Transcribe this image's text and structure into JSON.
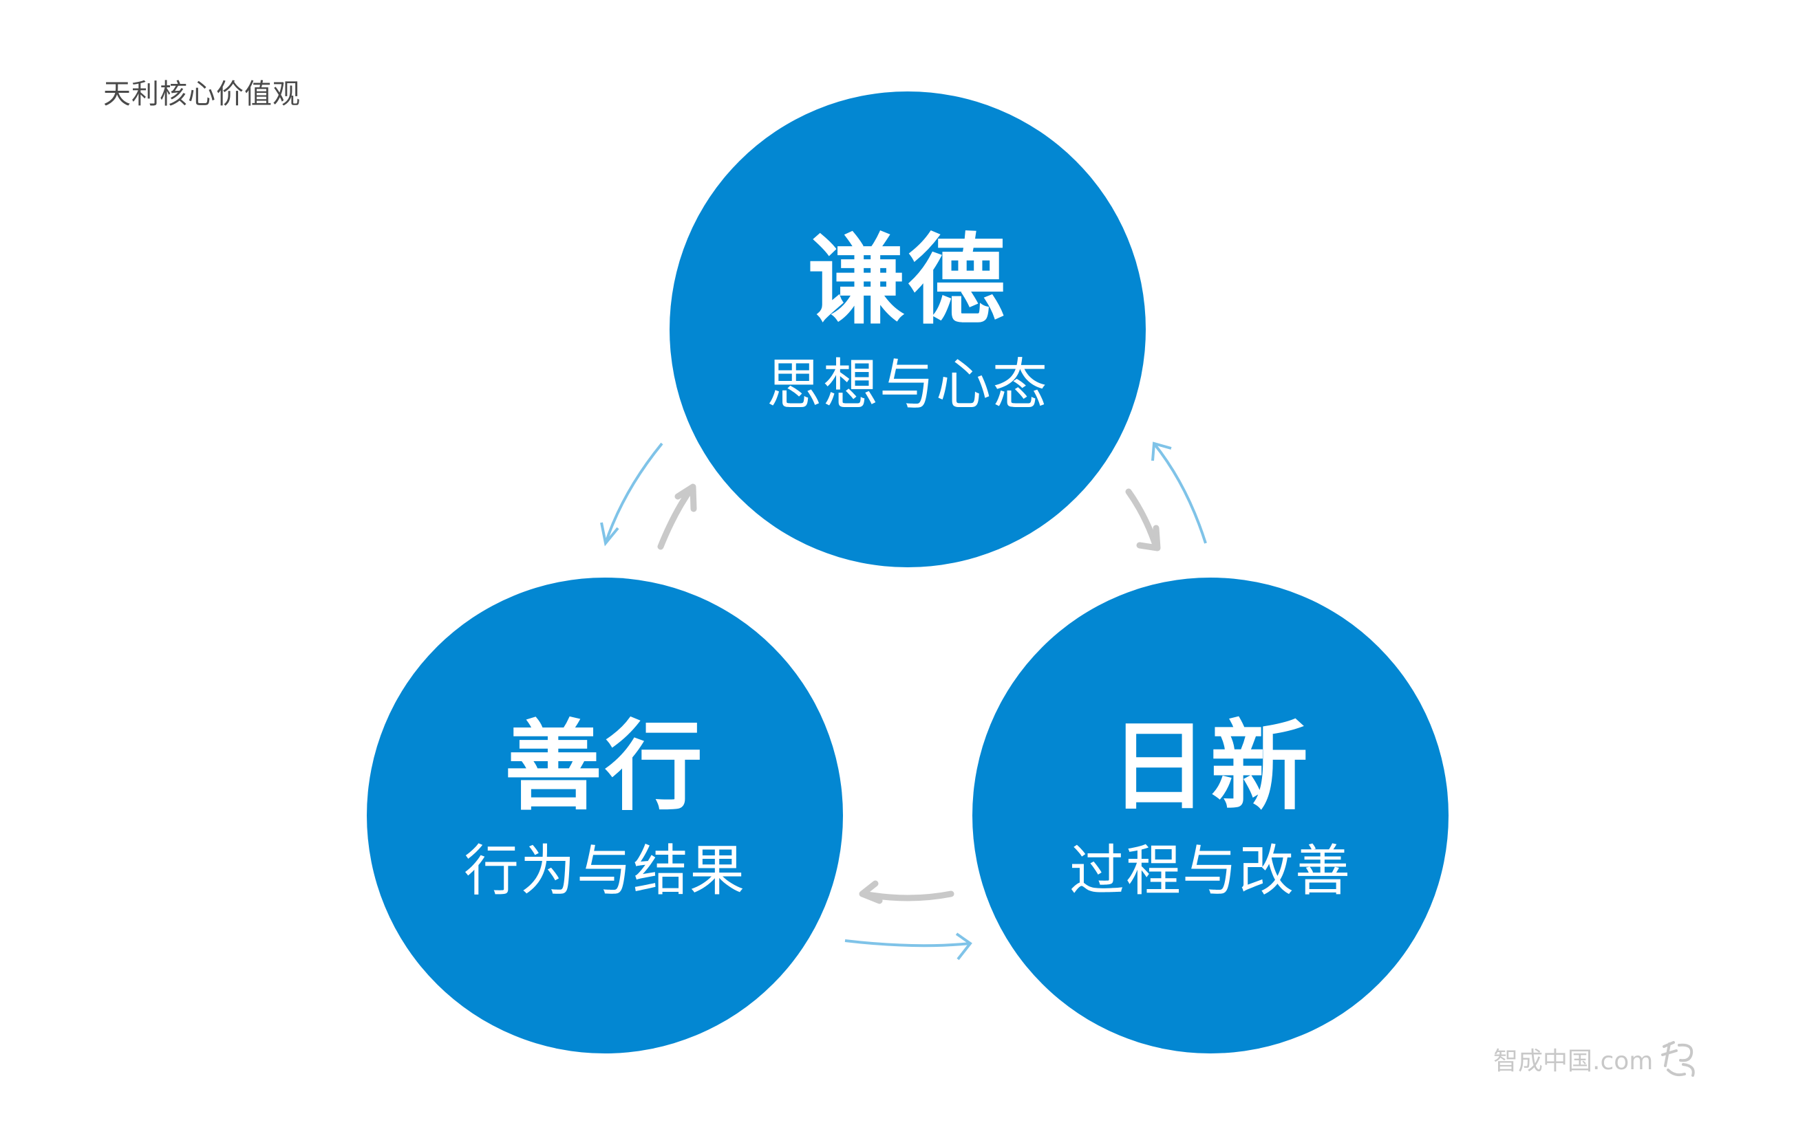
{
  "page": {
    "title": "天利核心价值观"
  },
  "nodes": [
    {
      "id": "top",
      "title": "谦德",
      "subtitle": "思想与心态"
    },
    {
      "id": "left",
      "title": "善行",
      "subtitle": "行为与结果"
    },
    {
      "id": "right",
      "title": "日新",
      "subtitle": "过程与改善"
    }
  ],
  "watermark": {
    "text": "智成中国.com",
    "icon": "zhicheng-logo-icon"
  },
  "colors": {
    "circle_fill": "#0387d2",
    "arrow_blue": "#7fc3e8",
    "arrow_gray": "#c9c9c9",
    "title_text": "#4a4a4a"
  }
}
